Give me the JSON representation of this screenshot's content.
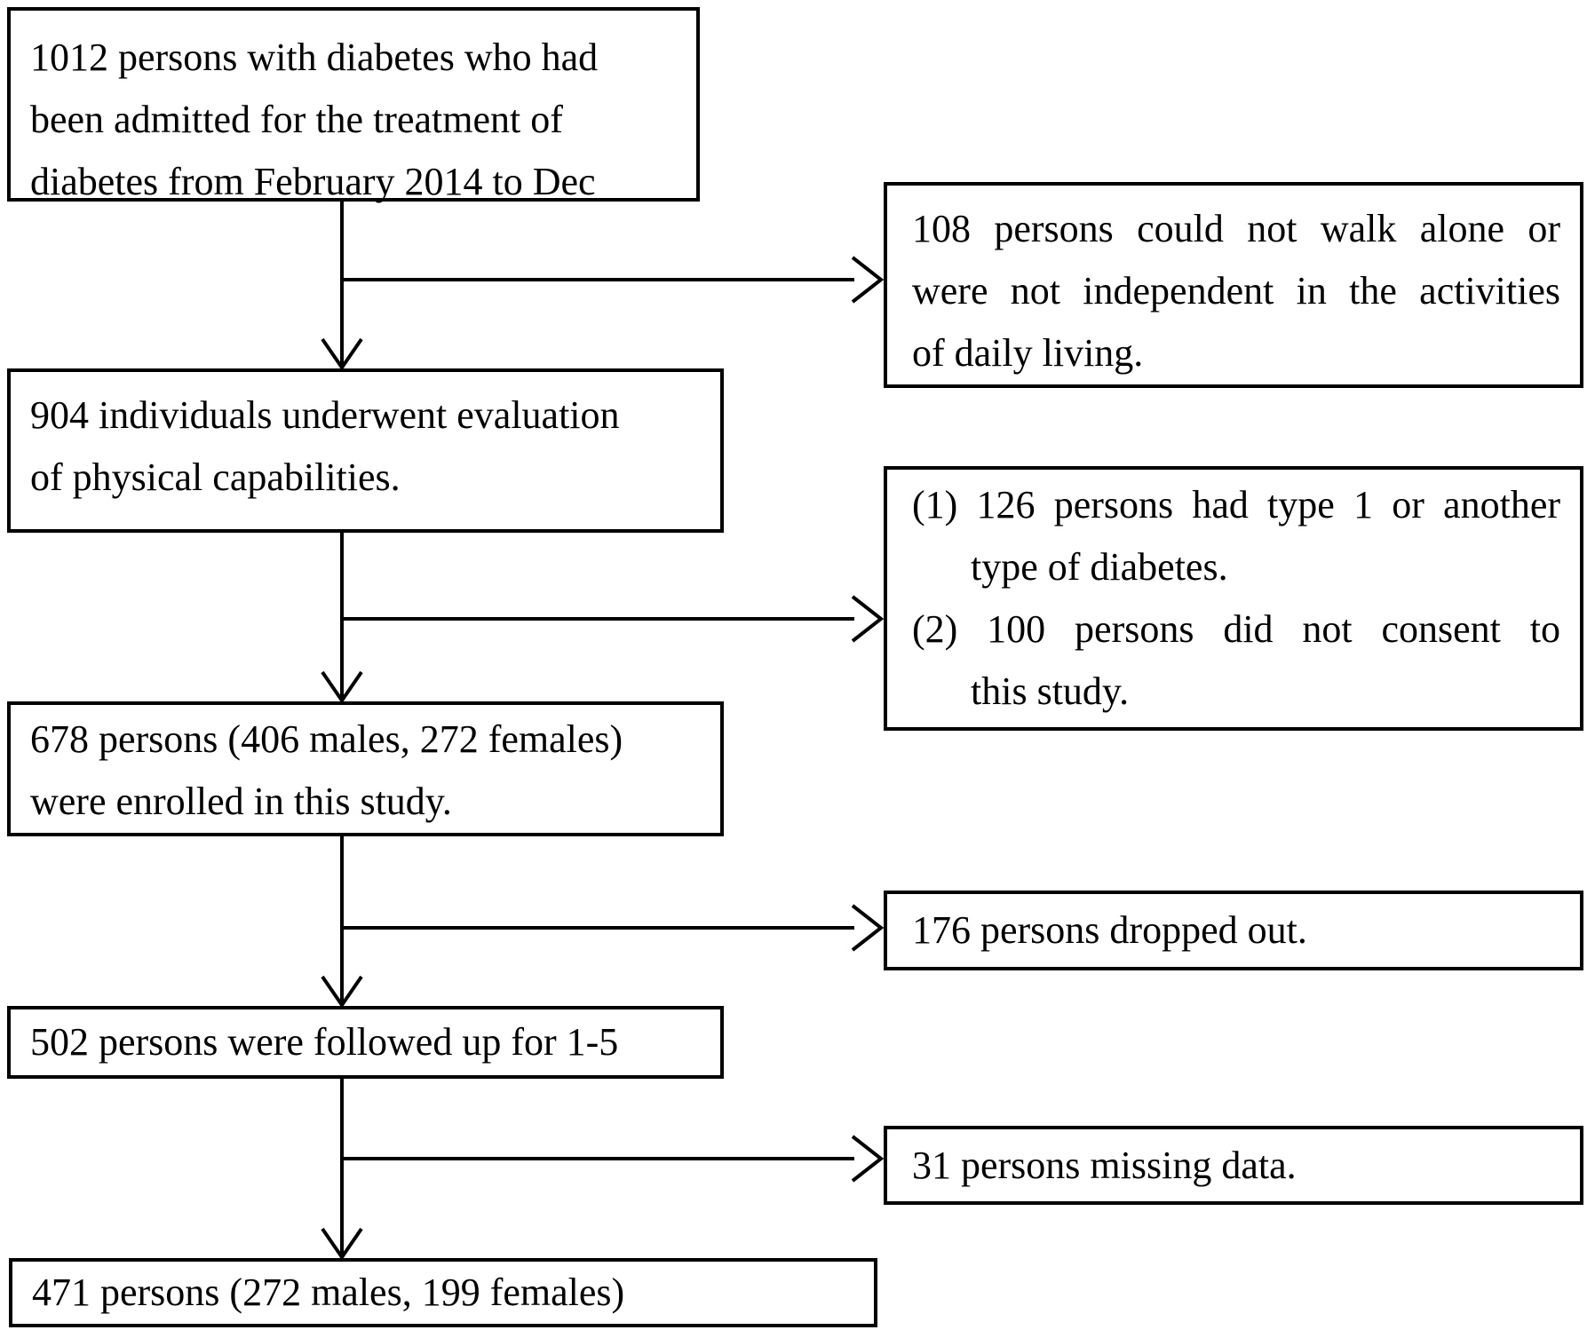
{
  "diagram": {
    "background_color": "#ffffff",
    "line_color": "#000000",
    "boxes": {
      "admitted": {
        "lines": [
          "1012 persons with diabetes who had",
          "been admitted for the treatment of",
          "diabetes from February 2014 to Dec"
        ]
      },
      "excluded_walk": {
        "lines": [
          "108 persons could not walk alone or",
          "were not independent in the activities",
          "of daily living."
        ]
      },
      "evaluated": {
        "lines": [
          "904 individuals underwent evaluation",
          "of physical capabilities."
        ]
      },
      "excluded_reasons": {
        "lines": [
          "(1) 126 persons had type 1 or another",
          "type of diabetes.",
          "(2) 100 persons did not consent to",
          "this study."
        ]
      },
      "enrolled": {
        "lines": [
          "678 persons (406 males, 272 females)",
          "were enrolled in this study."
        ]
      },
      "dropped_out": {
        "lines": [
          "176 persons dropped out."
        ]
      },
      "followed": {
        "lines": [
          "502 persons were followed up for 1-5"
        ]
      },
      "missing_data": {
        "lines": [
          "31 persons missing data."
        ]
      },
      "final": {
        "lines": [
          "471 persons (272 males, 199 females)"
        ]
      }
    }
  }
}
